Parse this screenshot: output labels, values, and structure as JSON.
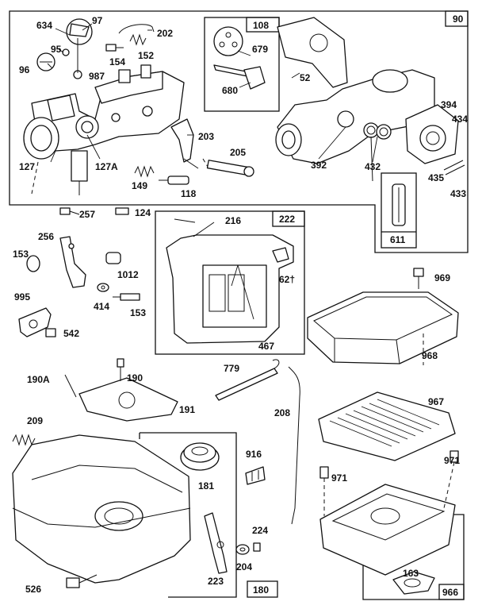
{
  "groups": {
    "carburetor": "90",
    "overhaul_kit": "108",
    "governor_kit": "222",
    "tank_kit": "180",
    "air_cleaner_base": "966",
    "fuel_pipe": "611"
  },
  "parts": {
    "p634": "634",
    "p97": "97",
    "p202": "202",
    "p95": "95",
    "p154": "154",
    "p152": "152",
    "p96": "96",
    "p987": "987",
    "p679": "679",
    "p680": "680",
    "p52": "52",
    "p394": "394",
    "p434": "434",
    "p127": "127",
    "p127a": "127A",
    "p203": "203",
    "p205": "205",
    "p149": "149",
    "p118": "118",
    "p392": "392",
    "p432": "432",
    "p435": "435",
    "p433": "433",
    "p257": "257",
    "p124": "124",
    "p216": "216",
    "p256": "256",
    "p153a": "153",
    "p1012": "1012",
    "p621": "62†",
    "p969": "969",
    "p995": "995",
    "p414": "414",
    "p153b": "153",
    "p542": "542",
    "p467": "467",
    "p968": "968",
    "p190a": "190A",
    "p190": "190",
    "p779": "779",
    "p191": "191",
    "p208": "208",
    "p209": "209",
    "p967": "967",
    "p916": "916",
    "p971a": "971",
    "p971b": "971",
    "p181": "181",
    "p224": "224",
    "p204": "204",
    "p526": "526",
    "p223": "223",
    "p163": "163"
  }
}
